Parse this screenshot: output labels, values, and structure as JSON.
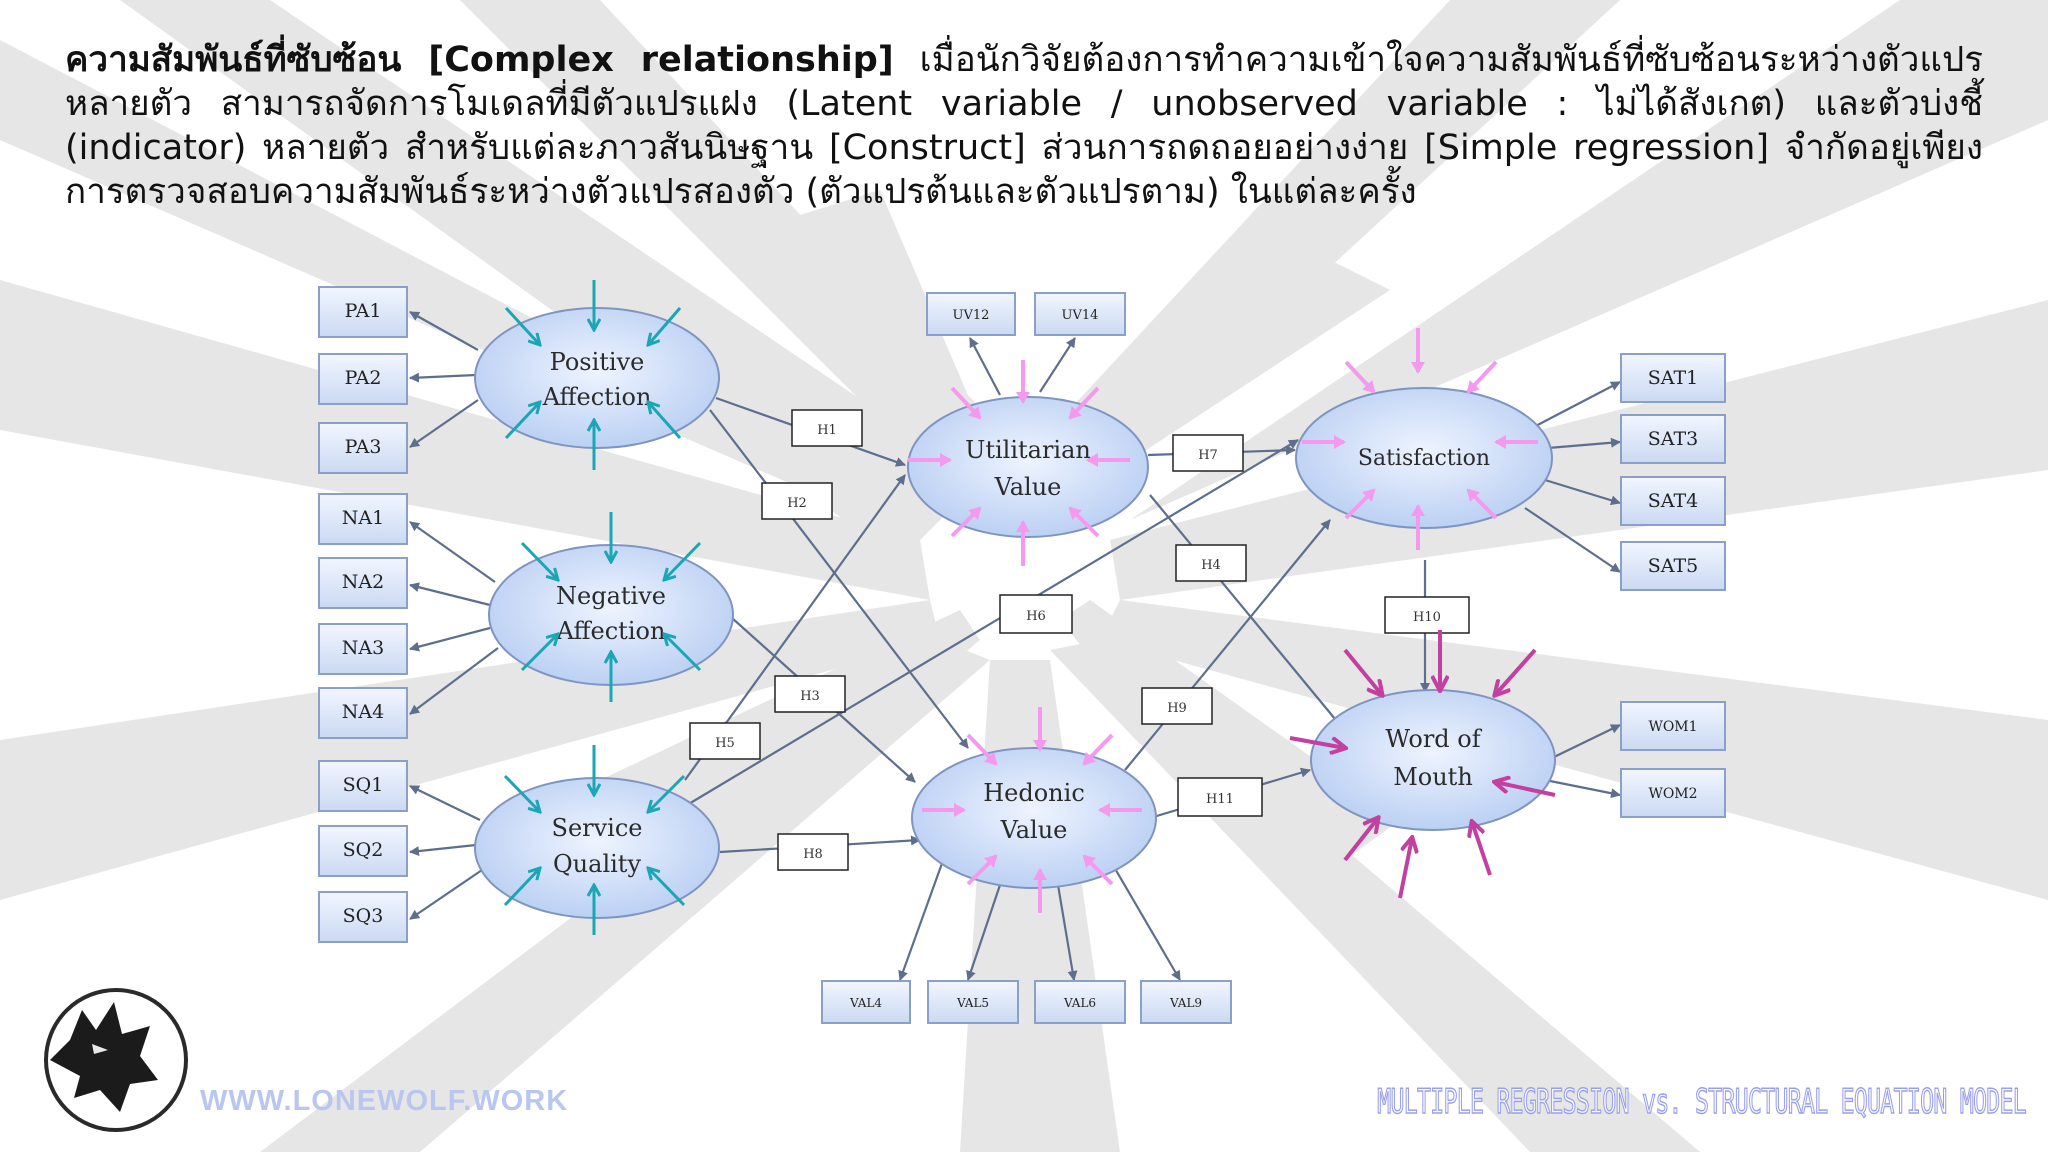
{
  "intro": {
    "heading": "ความสัมพันธ์ที่ซับซ้อน [Complex relationship]",
    "body": " เมื่อนักวิจัยต้องการทำความเข้าใจความสัมพันธ์ที่ซับซ้อนระหว่างตัวแปรหลายตัว สามารถจัดการโมเดลที่มีตัวแปรแฝง (Latent variable / unobserved variable : ไม่ได้สังเกต) และตัวบ่งชี้ (indicator) หลายตัว สำหรับแต่ละภาวสันนิษฐาน [Construct] ส่วนการถดถอยอย่างง่าย [Simple regression] จำกัดอยู่เพียงการตรวจสอบความสัมพันธ์ระหว่างตัวแปรสองตัว (ตัวแปรต้นและตัวแปรตาม) ในแต่ละครั้ง"
  },
  "diagram": {
    "latents": {
      "pa": [
        "Positive",
        "Affection"
      ],
      "na": [
        "Negative",
        "Affection"
      ],
      "sq": [
        "Service",
        "Quality"
      ],
      "uv": [
        "Utilitarian",
        "Value"
      ],
      "hv": [
        "Hedonic",
        "Value"
      ],
      "sat": [
        "Satisfaction"
      ],
      "wom": [
        "Word of",
        "Mouth"
      ]
    },
    "indicators": {
      "pa1": "PA1",
      "pa2": "PA2",
      "pa3": "PA3",
      "na1": "NA1",
      "na2": "NA2",
      "na3": "NA3",
      "na4": "NA4",
      "sq1": "SQ1",
      "sq2": "SQ2",
      "sq3": "SQ3",
      "uv12": "UV12",
      "uv14": "UV14",
      "sat1": "SAT1",
      "sat3": "SAT3",
      "sat4": "SAT4",
      "sat5": "SAT5",
      "wom1": "WOM1",
      "wom2": "WOM2",
      "val4": "VAL4",
      "val5": "VAL5",
      "val6": "VAL6",
      "val9": "VAL9"
    },
    "hypotheses": {
      "h1": "H1",
      "h2": "H2",
      "h3": "H3",
      "h4": "H4",
      "h5": "H5",
      "h6": "H6",
      "h7": "H7",
      "h8": "H8",
      "h9": "H9",
      "h10": "H10",
      "h11": "H11"
    }
  },
  "footer": {
    "site": "WWW.LONEWOLF.WORK",
    "title": "MULTIPLE REGRESSION vs. STRUCTURAL EQUATION MODEL"
  },
  "colors": {
    "ellipse_fill": "#c9daf6",
    "path_arrow": "#5d6f8c",
    "teal_arrow": "#1aa6b4",
    "pink_arrow": "#f49aee",
    "magenta_arrow": "#c2409f",
    "footer_text": "#9aa0e8"
  }
}
